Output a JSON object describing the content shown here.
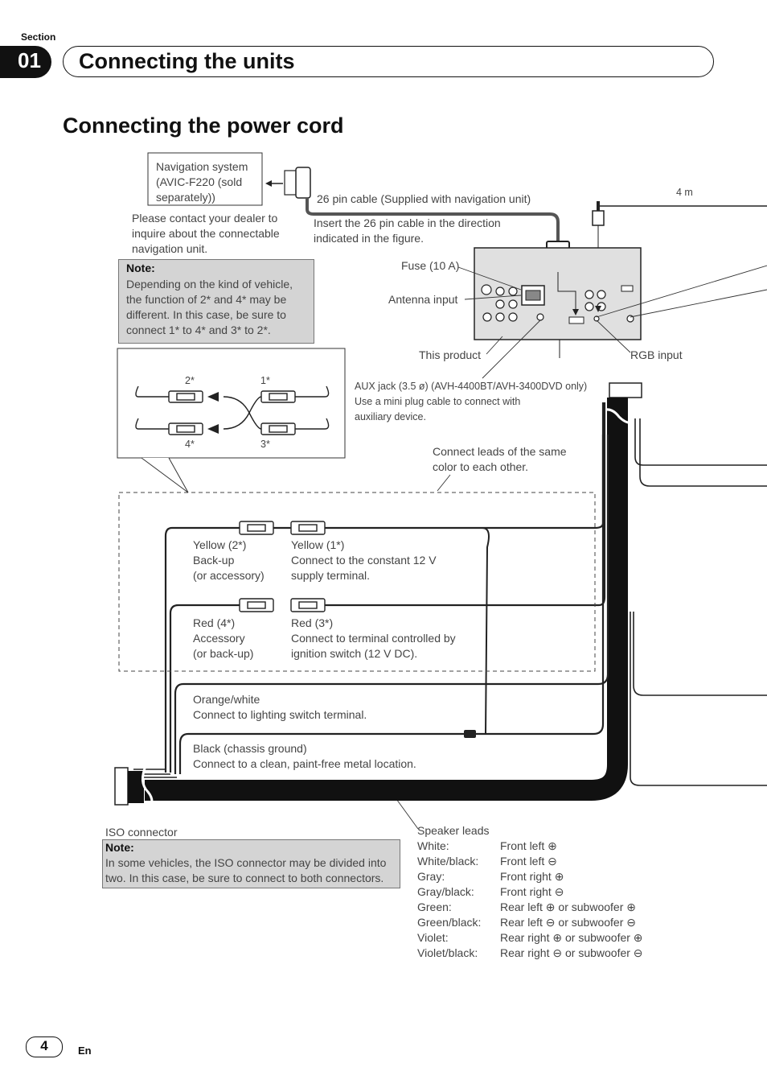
{
  "header": {
    "section_label": "Section",
    "section_number": "01",
    "chapter_title": "Connecting the units"
  },
  "page_title": "Connecting the power cord",
  "nav_system": {
    "label": "Navigation system (AVIC-F220 (sold separately))",
    "contact_note": "Please contact your dealer to inquire about the connectable navigation unit."
  },
  "cable_26pin": "26 pin cable (Supplied with navigation unit)",
  "insert_note": "Insert the 26 pin cable in the direction indicated in the figure.",
  "length_4m": "4 m",
  "fuse": "Fuse (10 A)",
  "antenna_input": "Antenna input",
  "this_product": "This product",
  "rgb_input": "RGB input",
  "aux_jack": {
    "line1": "AUX jack (3.5 ø) (AVH-4400BT/AVH-3400DVD only)",
    "line2": "Use a mini plug cable to connect with",
    "line3": "auxiliary device."
  },
  "note1": {
    "title": "Note:",
    "body": "Depending on the kind of vehicle, the function of 2* and 4* may be different. In this case, be sure to connect 1* to 4* and 3* to 2*."
  },
  "connector_labels": {
    "c2": "2*",
    "c1": "1*",
    "c4": "4*",
    "c3": "3*"
  },
  "connect_same_color": "Connect leads of the same color to each other.",
  "leads": {
    "yellow2": {
      "name": "Yellow (2*)",
      "d1": "Back-up",
      "d2": "(or accessory)"
    },
    "yellow1": {
      "name": "Yellow (1*)",
      "d1": "Connect to the constant 12 V",
      "d2": "supply terminal."
    },
    "red4": {
      "name": "Red (4*)",
      "d1": "Accessory",
      "d2": "(or back-up)"
    },
    "red3": {
      "name": "Red (3*)",
      "d1": "Connect to terminal controlled by",
      "d2": "ignition switch (12 V DC)."
    },
    "orange": {
      "name": "Orange/white",
      "d1": "Connect to lighting switch terminal."
    },
    "black": {
      "name": "Black (chassis ground)",
      "d1": "Connect to a clean, paint-free metal location."
    }
  },
  "iso_connector": "ISO connector",
  "note2": {
    "title": "Note:",
    "body": "In some vehicles, the ISO connector may be divided into two. In this case, be sure to connect to both connectors."
  },
  "speaker_leads": {
    "title": "Speaker leads",
    "rows": [
      {
        "color": "White:",
        "desc": "Front left ⊕"
      },
      {
        "color": "White/black:",
        "desc": "Front left ⊖"
      },
      {
        "color": "Gray:",
        "desc": "Front right ⊕"
      },
      {
        "color": "Gray/black:",
        "desc": "Front right ⊖"
      },
      {
        "color": "Green:",
        "desc": "Rear left ⊕ or subwoofer ⊕"
      },
      {
        "color": "Green/black:",
        "desc": "Rear left ⊖ or subwoofer ⊖"
      },
      {
        "color": "Violet:",
        "desc": "Rear right ⊕ or subwoofer ⊕"
      },
      {
        "color": "Violet/black:",
        "desc": "Rear right ⊖ or subwoofer ⊖"
      }
    ]
  },
  "footer": {
    "page_number": "4",
    "language": "En"
  }
}
